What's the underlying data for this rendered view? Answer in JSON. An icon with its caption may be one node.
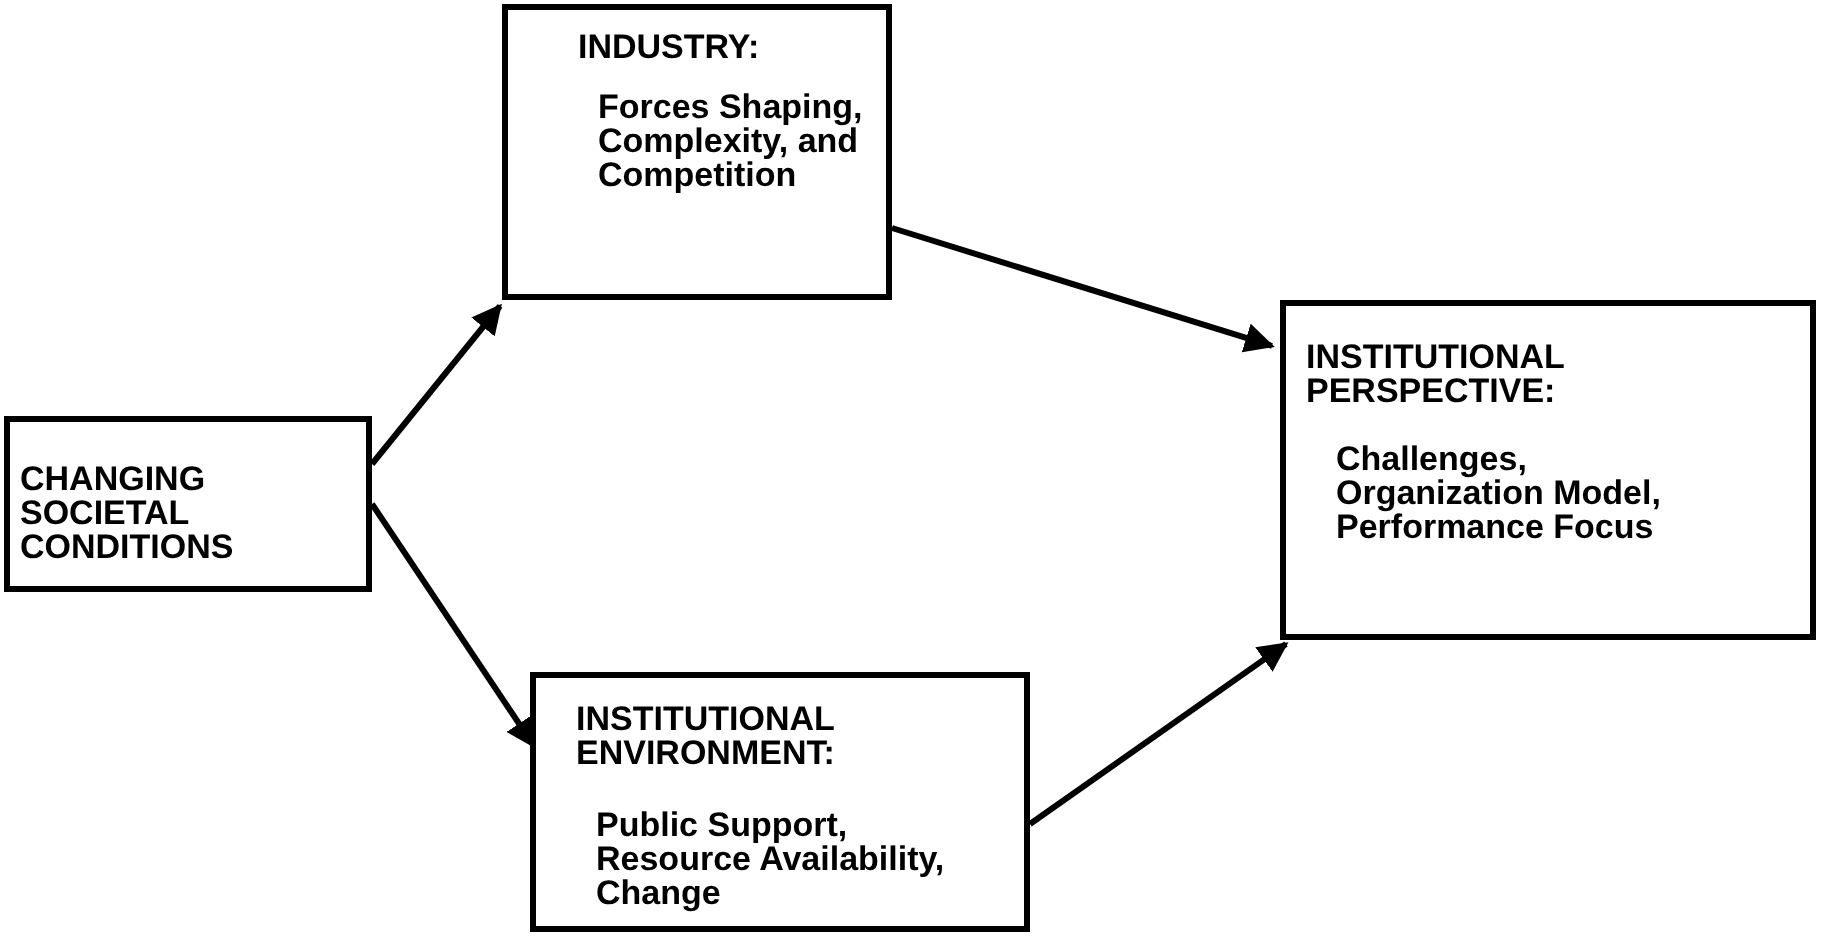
{
  "diagram": {
    "nodes": [
      {
        "text": [
          "CHANGING SOCIETAL CONDITIONS"
        ]
      },
      {
        "text": [
          "INDUSTRY:",
          "Forces Shaping, Complexity, and Competition"
        ]
      },
      {
        "text": [
          "INSTITUTIONAL ENVIRONMENT:",
          "Public Support, Resource Availability, Change"
        ]
      },
      {
        "text": [
          "INSTITUTIONAL PERSPECTIVE:",
          "Challenges, Organization Model, Performance Focus"
        ]
      }
    ],
    "edges": [
      {
        "from": 0,
        "to": 1,
        "arrow": "to"
      },
      {
        "from": 0,
        "to": 2,
        "arrow": "to"
      },
      {
        "from": 1,
        "to": 3,
        "arrow": "to"
      },
      {
        "from": 2,
        "to": 3,
        "arrow": "to"
      }
    ]
  }
}
